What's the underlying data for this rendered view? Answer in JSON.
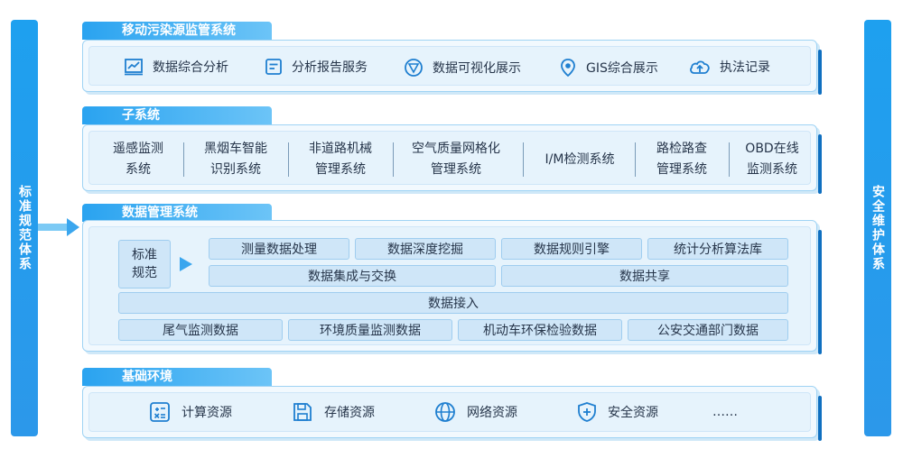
{
  "left_bar": "标准规范体系",
  "right_bar": "安全维护体系",
  "sections": {
    "monitoring": {
      "title": "移动污染源监管系统",
      "items": [
        {
          "label": "数据综合分析",
          "icon": "chart-icon"
        },
        {
          "label": "分析报告服务",
          "icon": "report-icon"
        },
        {
          "label": "数据可视化展示",
          "icon": "visualization-icon"
        },
        {
          "label": "GIS综合展示",
          "icon": "map-pin-icon"
        },
        {
          "label": "执法记录",
          "icon": "cloud-upload-icon"
        }
      ]
    },
    "subsystems": {
      "title": "子系统",
      "items": [
        {
          "line1": "遥感监测",
          "line2": "系统"
        },
        {
          "line1": "黑烟车智能",
          "line2": "识别系统"
        },
        {
          "line1": "非道路机械",
          "line2": "管理系统"
        },
        {
          "line1": "空气质量网格化",
          "line2": "管理系统"
        },
        {
          "line1": "I/M检测系统",
          "line2": ""
        },
        {
          "line1": "路检路查",
          "line2": "管理系统"
        },
        {
          "line1": "OBD在线",
          "line2": "监测系统"
        }
      ]
    },
    "data_management": {
      "title": "数据管理系统",
      "standard_line1": "标准",
      "standard_line2": "规范",
      "row1": [
        "测量数据处理",
        "数据深度挖掘",
        "数据规则引擎",
        "统计分析算法库"
      ],
      "row2": [
        "数据集成与交换",
        "数据共享"
      ],
      "row3": "数据接入",
      "row4": [
        "尾气监测数据",
        "环境质量监测数据",
        "机动车环保检验数据",
        "公安交通部门数据"
      ]
    },
    "infrastructure": {
      "title": "基础环境",
      "items": [
        {
          "label": "计算资源",
          "icon": "calculator-icon"
        },
        {
          "label": "存储资源",
          "icon": "save-icon"
        },
        {
          "label": "网络资源",
          "icon": "globe-icon"
        },
        {
          "label": "安全资源",
          "icon": "shield-icon"
        }
      ],
      "ellipsis": "……"
    }
  },
  "colors": {
    "accent": "#1ea0ef",
    "icon": "#1f7fd0",
    "box": "#cfe6f8"
  }
}
